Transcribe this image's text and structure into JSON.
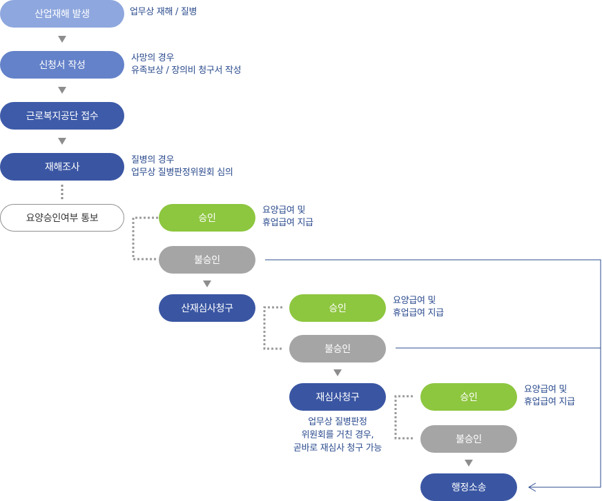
{
  "main": {
    "occur_label": "산업재해 발생",
    "occur_note": [
      "업무상 재해 / 질병"
    ],
    "apply_label": "신청서 작성",
    "apply_note": [
      "사망의 경우",
      "유족보상 / 장의비 청구서 작성"
    ],
    "receive_label": "근로복지공단 접수",
    "investigate_label": "재해조사",
    "investigate_note": [
      "질병의 경우",
      "업무상 질병판정위원회 심의"
    ],
    "notify_label": "요양승인여부 통보"
  },
  "stage1": {
    "approve_label": "승인",
    "approve_note": [
      "요양급여 및",
      "휴업급여 지급"
    ],
    "reject_label": "불승인"
  },
  "stage2": {
    "claim_label": "산재심사청구",
    "approve_label": "승인",
    "approve_note": [
      "요양급여 및",
      "휴업급여 지급"
    ],
    "reject_label": "불승인"
  },
  "stage3": {
    "claim_label": "재심사청구",
    "claim_note": [
      "업무상 질병판정",
      "위원회를 거친 경우,",
      "곧바로 재심사 청구 가능"
    ],
    "approve_label": "승인",
    "approve_note": [
      "요양급여 및",
      "휴업급여 지급"
    ],
    "reject_label": "불승인",
    "lawsuit_label": "행정소송"
  },
  "colors": {
    "light_blue": "#8ea7de",
    "mid_blue": "#6482c9",
    "dark_blue": "#3e5ba9",
    "green": "#8dc63f",
    "gray": "#a5a5a5",
    "note_text": "#2a4a8d",
    "connector": "#2a4a8d"
  }
}
